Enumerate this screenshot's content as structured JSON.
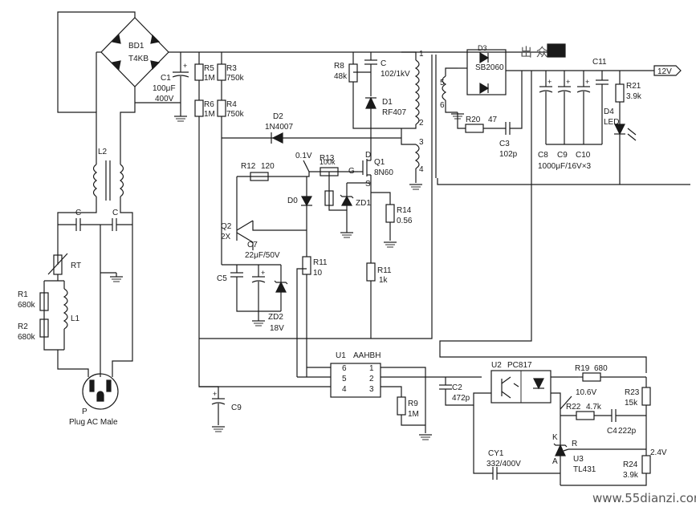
{
  "labels": {
    "bd1": "BD1",
    "bd1_val": "T4KB",
    "c1": "C1",
    "c1_val1": "100μF",
    "c1_val2": "400V",
    "r5": "R5",
    "r5_val": "1M",
    "r6": "R6",
    "r6_val": "1M",
    "r3": "R3",
    "r3_val": "750k",
    "r4": "R4",
    "r4_val": "750k",
    "r8": "R8",
    "r8_val": "48k",
    "c_snub": "C",
    "c_snub_val": "102/1kV",
    "d1": "D1",
    "d1_val": "RF407",
    "d2": "D2",
    "d2_val": "1N4007",
    "t_1": "1",
    "t_2": "2",
    "t_3": "3",
    "t_4": "4",
    "t_5": "5",
    "t_6": "6",
    "d3": "D3",
    "d3_val": "SB2060",
    "c11": "C11",
    "out_12v": "12V",
    "r21": "R21",
    "r21_val": "3.9k",
    "d4": "D4",
    "d4_val": "LED",
    "r20": "R20",
    "r20_val": "47",
    "c3": "C3",
    "c3_val": "102p",
    "c8": "C8",
    "c9b": "C9",
    "c10": "C10",
    "cbank_val": "1000μF/16V×3",
    "l2": "L2",
    "c_x1": "C",
    "c_x2": "C",
    "rt": "RT",
    "r1": "R1",
    "r1_val": "680k",
    "r2": "R2",
    "r2_val": "680k",
    "l1": "L1",
    "plug": "P",
    "plug_val": "Plug AC Male",
    "v01": "0.1V",
    "r13": "R13",
    "r13_val": "100k",
    "q1": "Q1",
    "q1_val": "8N60",
    "q1_d": "D",
    "q1_g": "G",
    "q1_s": "S",
    "r12": "R12",
    "r12_val": "120",
    "d0": "D0",
    "zd1": "ZD1",
    "r14": "R14",
    "r14_val": "0.56",
    "q2": "Q2",
    "q2_val": "2X",
    "c7": "C7",
    "c7_val": "22μF/50V",
    "c5": "C5",
    "r11a": "R11",
    "r11a_val": "10",
    "r11b": "R11",
    "r11b_val": "1k",
    "zd2": "ZD2",
    "zd2_val": "18V",
    "u1": "U1",
    "u1_val": "AAHBH",
    "u1_p1": "1",
    "u1_p2": "2",
    "u1_p3": "3",
    "u1_p4": "4",
    "u1_p5": "5",
    "u1_p6": "6",
    "c9": "C9",
    "c2": "C2",
    "c2_val": "472p",
    "r9": "R9",
    "r9_val": "1M",
    "u2": "U2",
    "u2_val": "PC817",
    "r19": "R19",
    "r19_val": "680",
    "v106": "10.6V",
    "r22": "R22",
    "r22_val": "4.7k",
    "r23": "R23",
    "r23_val": "15k",
    "c4": "C4",
    "c4_val": "222p",
    "u3_k": "K",
    "u3_r": "R",
    "u3_a": "A",
    "u3": "U3",
    "u3_val": "TL431",
    "v24": "2.4V",
    "cy1": "CY1",
    "cy1_val": "332/400V",
    "r24": "R24",
    "r24_val": "3.9k",
    "watermark": "www.55dianzi.com",
    "scribble": "出 众"
  }
}
